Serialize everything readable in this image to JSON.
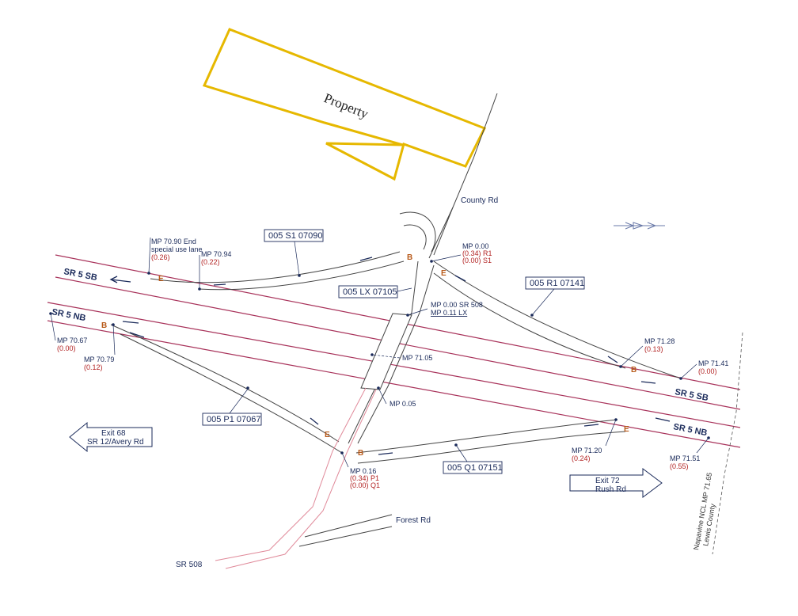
{
  "property_label": "Property",
  "roads": {
    "county_rd": "County Rd",
    "forest_rd": "Forest Rd",
    "sr_508": "SR 508",
    "sr5_sb_left": "SR 5 SB",
    "sr5_nb_left": "SR 5 NB",
    "sr5_sb_right": "SR 5 SB",
    "sr5_nb_right": "SR 5 NB"
  },
  "ramp_ids": {
    "s1": "005 S1 07090",
    "lx": "005 LX 07105",
    "r1": "005 R1 07141",
    "p1": "005 P1 07067",
    "q1": "005 Q1 07151"
  },
  "milepost_labels": {
    "mp7090_line1": "MP 70.90 End",
    "mp7090_line2": "special use lane",
    "mp7090_sub": "(0.26)",
    "mp7094": "MP 70.94",
    "mp7094_sub": "(0.22)",
    "mp000_top": "MP 0.00",
    "mp000_r1": "(0.34) R1",
    "mp000_s1": "(0.00) S1",
    "mp_sr508_line1": "MP 0.00 SR 508",
    "mp_sr508_line2": "MP 0.11 LX",
    "mp7105": "MP 71.05",
    "mp005": "MP 0.05",
    "mp7067": "MP 70.67",
    "mp7067_sub": "(0.00)",
    "mp7079": "MP 70.79",
    "mp7079_sub": "(0.12)",
    "mp7128": "MP 71.28",
    "mp7128_sub": "(0.13)",
    "mp7141": "MP 71.41",
    "mp7141_sub": "(0.00)",
    "mp016": "MP 0.16",
    "mp016_p1": "(0.34) P1",
    "mp016_q1": "(0.00) Q1",
    "mp7120": "MP 71.20",
    "mp7120_sub": "(0.24)",
    "mp7151": "MP 71.51",
    "mp7151_sub": "(0.55)"
  },
  "markers": {
    "b": "B",
    "e": "E"
  },
  "exits": {
    "exit68_line1": "Exit 68",
    "exit68_line2": "SR 12/Avery Rd",
    "exit72_line1": "Exit 72",
    "exit72_line2": "Rush Rd"
  },
  "county_line": {
    "line1": "Napavine NCL MP 71.65",
    "line2": "Lewis County"
  }
}
